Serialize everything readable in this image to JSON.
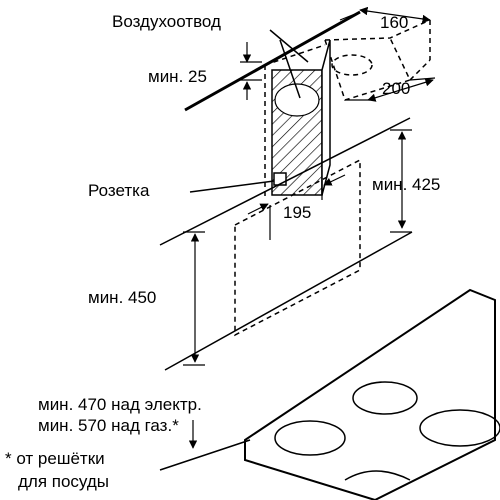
{
  "labels": {
    "air_duct": "Воздухоотвод",
    "min_25": "мин. 25",
    "dim_160": "160",
    "dim_200": "200",
    "socket": "Розетка",
    "min_425": "мин. 425",
    "dim_195": "195",
    "min_450": "мин. 450",
    "min_470": "мин. 470 над электр.",
    "min_570": "мин. 570 над газ.*",
    "footnote_line1": "* от решётки",
    "footnote_line2": "для посуды"
  }
}
